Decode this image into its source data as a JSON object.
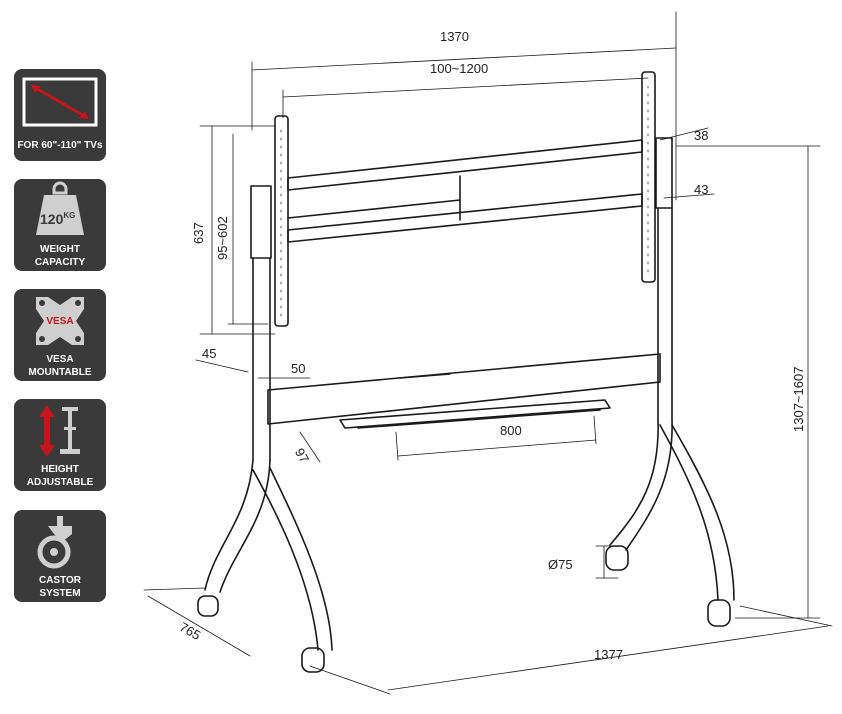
{
  "badges": [
    {
      "id": "screen-size",
      "label": "FOR 60\"-110\" TVs",
      "icon": "diagonal-arrow-screen-icon",
      "accent": "#c4161c"
    },
    {
      "id": "weight",
      "label_line1": "WEIGHT",
      "label_line2": "CAPACITY",
      "weight_value": "120",
      "weight_unit": "KG",
      "icon": "weight-icon"
    },
    {
      "id": "vesa",
      "label_line1": "VESA",
      "label_line2": "MOUNTABLE",
      "vesa_text": "VESA",
      "icon": "vesa-plate-icon",
      "accent": "#c4161c"
    },
    {
      "id": "height",
      "label_line1": "HEIGHT",
      "label_line2": "ADJUSTABLE",
      "icon": "height-adjust-icon",
      "accent": "#c4161c"
    },
    {
      "id": "castor",
      "label_line1": "CASTOR",
      "label_line2": "SYSTEM",
      "icon": "castor-wheel-icon"
    }
  ],
  "dimensions": {
    "overall_width": "1370",
    "vesa_width": "100~1200",
    "bracket_top_depth": "38",
    "bracket_depth": "43",
    "bracket_height": "637",
    "vesa_height": "95~602",
    "upright_depth": "45",
    "upright_width": "50",
    "shelf_depth": "97",
    "shelf_width": "800",
    "wheel_diameter": "Ø75",
    "height_range": "1307~1607",
    "base_depth": "765",
    "base_width": "1377"
  },
  "colors": {
    "badge_bg": "#3a3a3a",
    "accent": "#c4161c",
    "line": "#1a1a1a"
  }
}
